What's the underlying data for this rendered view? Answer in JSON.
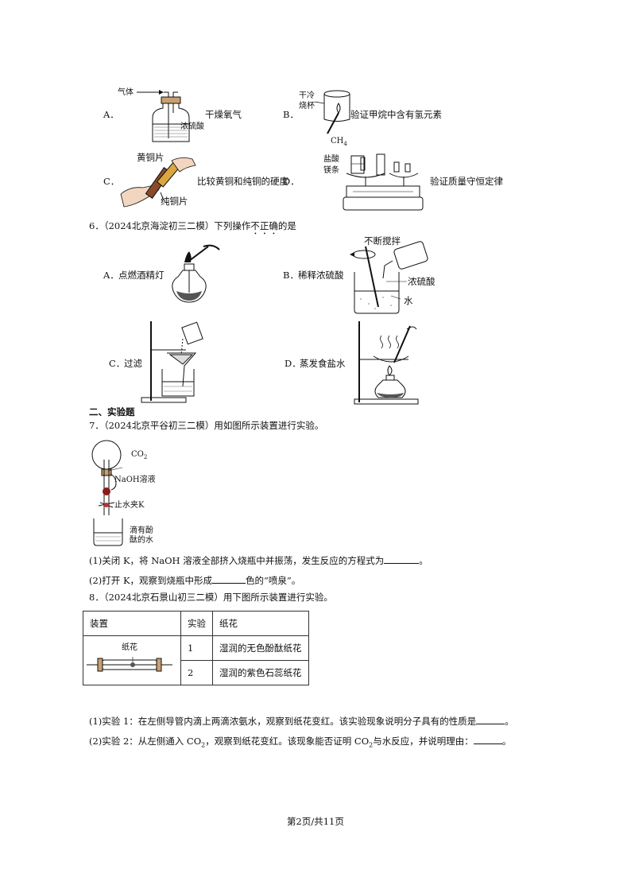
{
  "q5_options": {
    "A": {
      "letter": "A．",
      "label": "干燥氧气",
      "gas_label": "气体",
      "acid_label": "浓硫酸"
    },
    "B": {
      "letter": "B．",
      "label": "验证甲烷中含有氢元素",
      "cup_label_1": "干冷",
      "cup_label_2": "烧杯",
      "gas_label": "CH",
      "gas_sub": "4"
    },
    "C": {
      "letter": "C．",
      "label": "比较黄铜和纯铜的硬度",
      "brass_label": "黄铜片",
      "copper_label": "纯铜片"
    },
    "D": {
      "letter": "D．",
      "label": "验证质量守恒定律",
      "acid_label": "盐酸",
      "mg_label": "镁条"
    }
  },
  "q6": {
    "stem_prefix": "6．（2024北京海淀初三二模）下列操作",
    "stem_dotted": "不正确",
    "stem_suffix": "的是",
    "A": {
      "letter": "A．",
      "label": "点燃酒精灯"
    },
    "B": {
      "letter": "B．",
      "label": "稀释浓硫酸",
      "stir_label": "不断搅拌",
      "acid_label": "浓硫酸",
      "water_label": "水"
    },
    "C": {
      "letter": "C．",
      "label": "过滤"
    },
    "D": {
      "letter": "D．",
      "label": "蒸发食盐水"
    }
  },
  "section_title": "二、实验题",
  "q7": {
    "stem": "7．（2024北京平谷初三二模）用如图所示装置进行实验。",
    "co2_label": "CO",
    "co2_sub": "2",
    "naoh_label": "NaOH溶液",
    "clip_label": "止水夹K",
    "water_label_1": "滴有酚",
    "water_label_2": "酞的水",
    "sub1": "(1)关闭 K，将 NaOH 溶液全部挤入烧瓶中并振荡，发生反应的方程式为",
    "sub1_end": "。",
    "sub2_prefix": "(2)打开 K，观察到烧瓶中形成",
    "sub2_suffix": "色的“喷泉”。"
  },
  "q8": {
    "stem": "8．（2024北京石景山初三二模）用下图所示装置进行实验。",
    "table_headers": [
      "装置",
      "实验",
      "纸花"
    ],
    "rows": [
      {
        "exp": "1",
        "flower": "湿润的无色酚酞纸花"
      },
      {
        "exp": "2",
        "flower": "湿润的紫色石蕊纸花"
      }
    ],
    "flower_label": "纸花",
    "sub1": "(1)实验 1：在左侧导管内滴上两滴浓氨水，观察到纸花变红。该实验现象说明分子具有的性质是",
    "sub1_end": "。",
    "sub2_prefix": "(2)实验 2：从左侧通入 CO",
    "sub2_sub": "2",
    "sub2_mid": "，观察到纸花变红。该现象能否证明 CO",
    "sub2_sub2": "2",
    "sub2_suffix": "与水反应，并说明理由：",
    "sub2_end": "。"
  },
  "footer": "第2页/共11页"
}
